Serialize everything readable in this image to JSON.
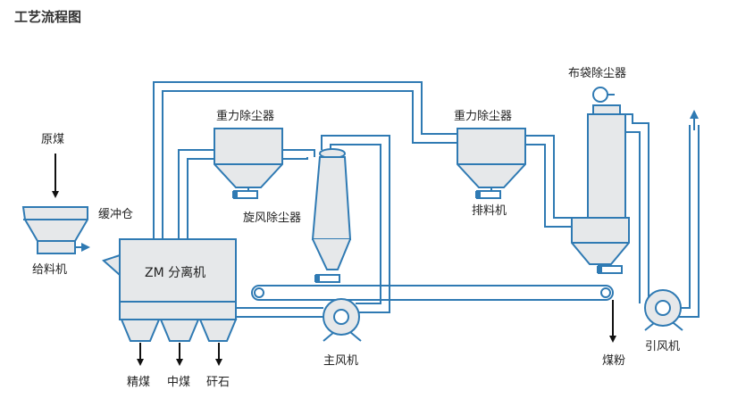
{
  "title": "工艺流程图",
  "colors": {
    "line": "#2f7ab3",
    "fill": "#e6e8ea",
    "arrow": "#111111"
  },
  "labels": {
    "raw_coal": "原煤",
    "feeder": "给料机",
    "buffer_bin": "缓冲仓",
    "separator": "ZM 分离机",
    "gravity_collector_1": "重力除尘器",
    "gravity_collector_2": "重力除尘器",
    "cyclone": "旋风除尘器",
    "bag_filter": "布袋除尘器",
    "discharger": "排料机",
    "main_fan": "主风机",
    "induced_fan": "引风机",
    "coal_powder": "煤粉",
    "clean_coal": "精煤",
    "middle_coal": "中煤",
    "gangue": "矸石"
  }
}
